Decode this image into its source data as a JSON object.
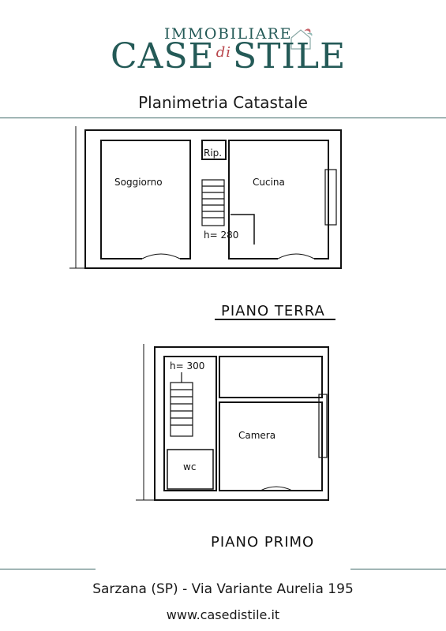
{
  "logo": {
    "top_line": "IMMOBILIARE",
    "main_left": "CASE",
    "main_middle": "di",
    "main_right": "STILE"
  },
  "title": "Planimetria Catastale",
  "floors": [
    {
      "label": "PIANO TERRA",
      "rooms": [
        "Soggiorno",
        "Rip.",
        "Cucina"
      ],
      "height_note": "h= 280"
    },
    {
      "label": "PIANO PRIMO",
      "rooms": [
        "Camera",
        "wc"
      ],
      "height_note": "h= 300"
    }
  ],
  "footer": {
    "address": "Sarzana (SP) - Via Variante Aurelia 195",
    "website": "www.casedistile.it"
  },
  "colors": {
    "brand_teal": "#245a57",
    "accent_red": "#b8454b",
    "ink": "#111111"
  }
}
